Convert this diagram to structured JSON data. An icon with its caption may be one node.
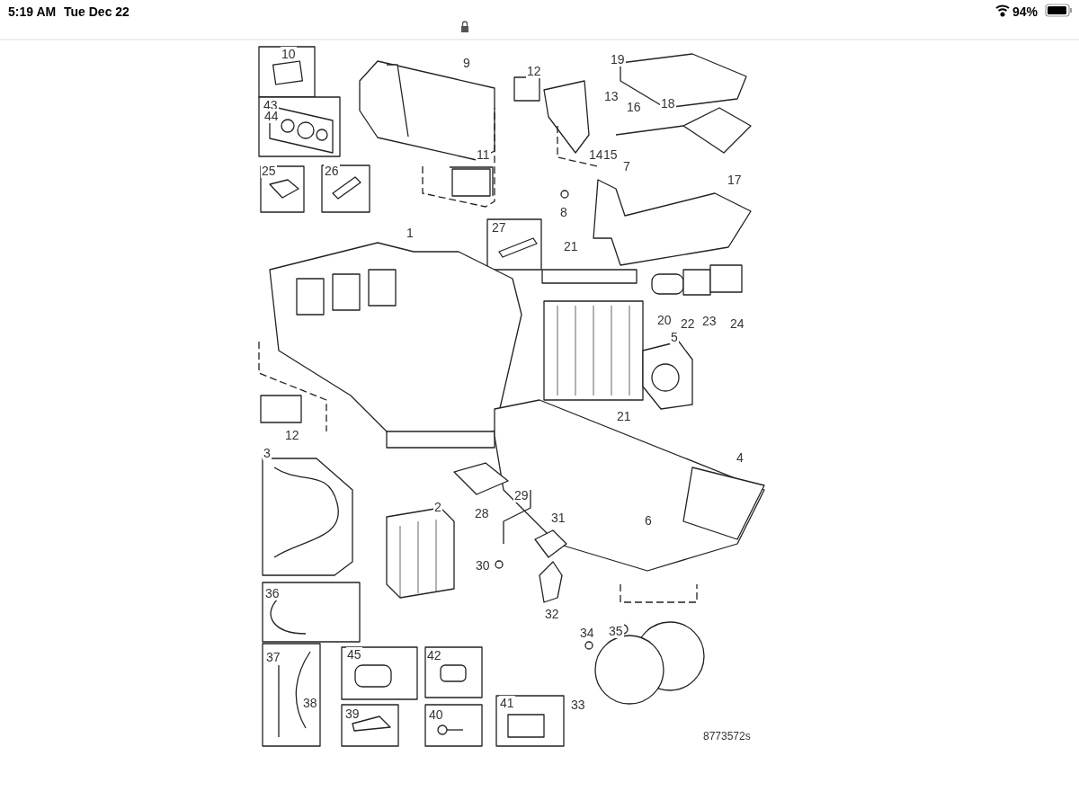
{
  "diagram": {
    "labels": [
      "5:19 AM",
      "Tue Dec 22",
      "94%",
      "10",
      "9",
      "12",
      "19",
      "43",
      "44",
      "13",
      "18",
      "16",
      "11",
      "14",
      "15",
      "17",
      "25",
      "26",
      "7",
      "8",
      "27",
      "21",
      "1",
      "20",
      "22",
      "23",
      "24",
      "5",
      "21",
      "12",
      "3",
      "4",
      "2",
      "29",
      "28",
      "31",
      "6",
      "30",
      "36",
      "32",
      "34",
      "35",
      "37",
      "45",
      "42",
      "38",
      "33",
      "39",
      "40",
      "41",
      "8773572s"
    ]
  }
}
